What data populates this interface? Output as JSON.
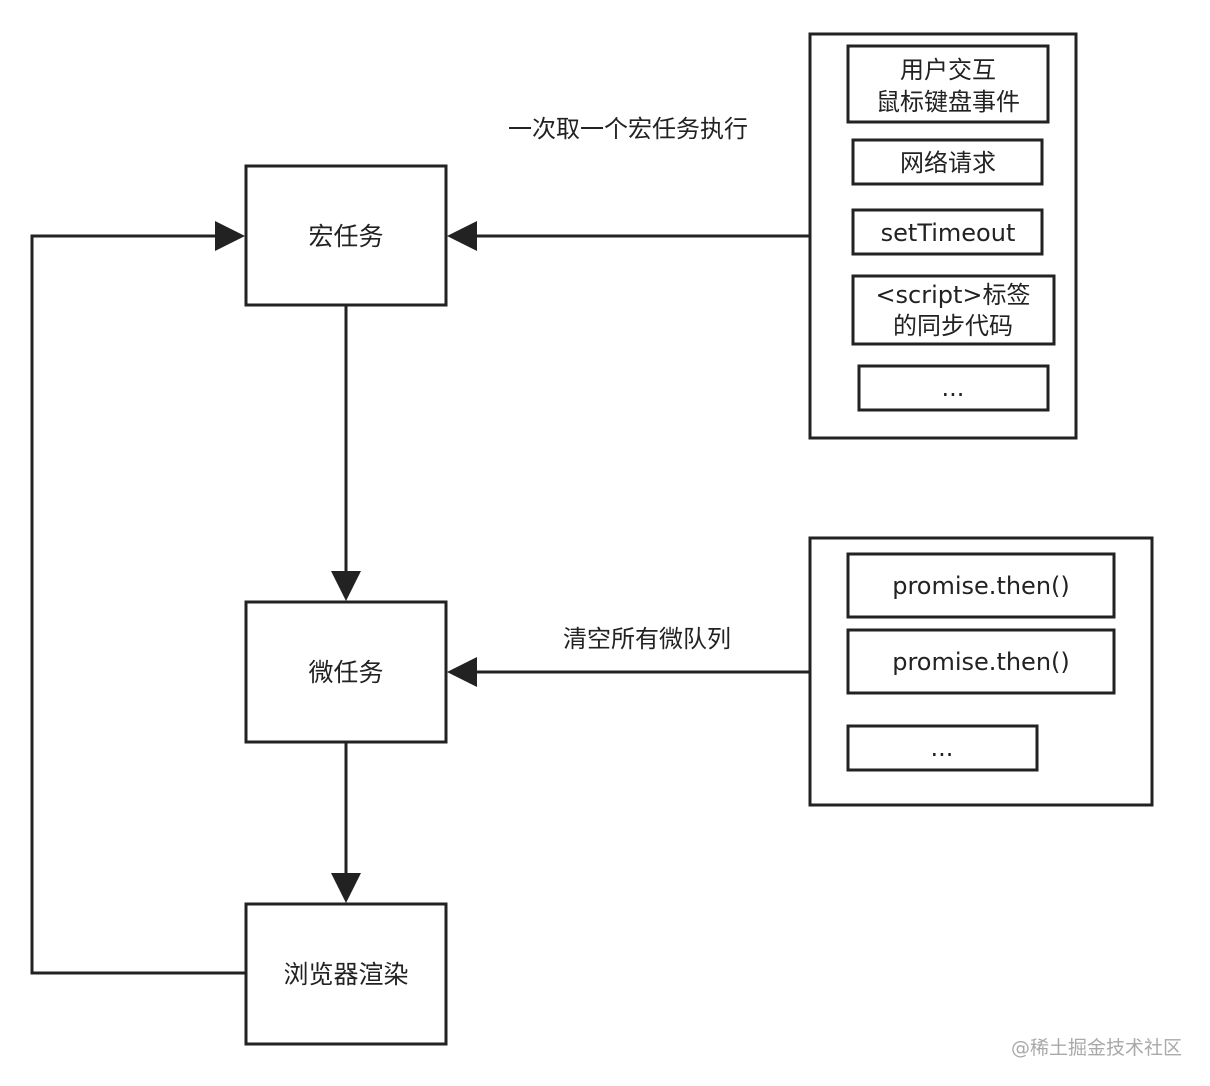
{
  "nodes": {
    "macro_task": "宏任务",
    "micro_task": "微任务",
    "render": "浏览器渲染"
  },
  "macro_queue": {
    "items": [
      {
        "line1": "用户交互",
        "line2": "鼠标键盘事件"
      },
      {
        "line1": "网络请求"
      },
      {
        "line1": "setTimeout"
      },
      {
        "line1": "<script>标签",
        "line2": "的同步代码"
      },
      {
        "line1": "..."
      }
    ]
  },
  "micro_queue": {
    "items": [
      {
        "line1": "promise.then()"
      },
      {
        "line1": "promise.then()"
      },
      {
        "line1": "..."
      }
    ]
  },
  "edges": {
    "macro_label": "一次取一个宏任务执行",
    "micro_label": "清空所有微队列"
  },
  "watermark": "@稀土掘金技术社区",
  "colors": {
    "stroke": "#222222",
    "background": "#ffffff",
    "text": "#222222",
    "watermark": "#a9a9a9"
  }
}
